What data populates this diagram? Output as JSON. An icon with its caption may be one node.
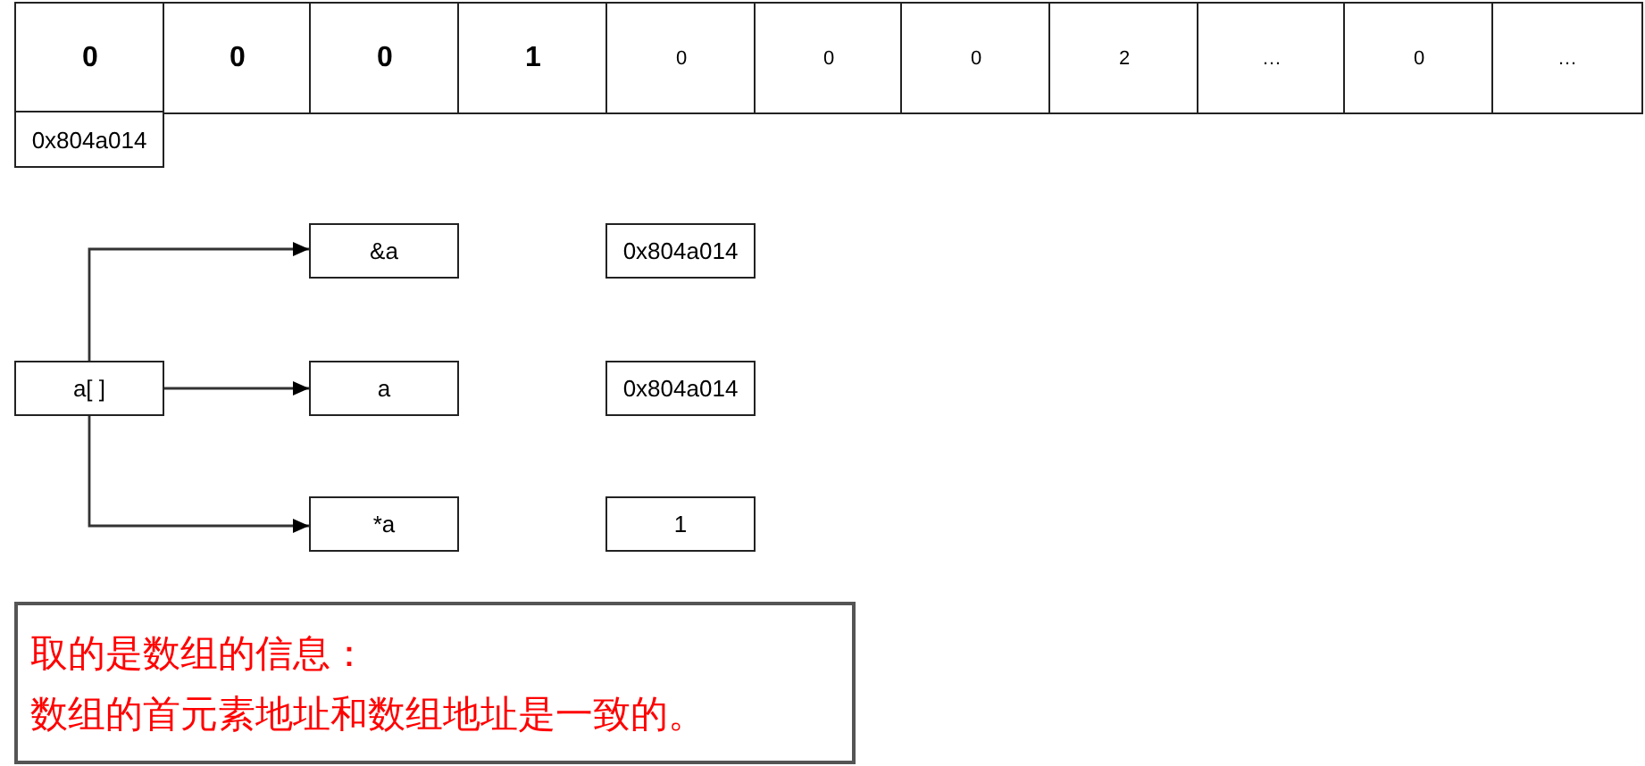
{
  "diagram": {
    "nodes": [
      {
        "text": [
          "0"
        ]
      },
      {
        "text": [
          "0"
        ]
      },
      {
        "text": [
          "0"
        ]
      },
      {
        "text": [
          "1"
        ]
      },
      {
        "text": [
          "0"
        ]
      },
      {
        "text": [
          "0"
        ]
      },
      {
        "text": [
          "0"
        ]
      },
      {
        "text": [
          "2"
        ]
      },
      {
        "text": [
          "…"
        ]
      },
      {
        "text": [
          "0"
        ]
      },
      {
        "text": [
          "…"
        ]
      },
      {
        "text": [
          "0x804a014"
        ]
      },
      {
        "text": [
          "&a"
        ]
      },
      {
        "text": [
          "0x804a014"
        ]
      },
      {
        "text": [
          "a[ ]"
        ]
      },
      {
        "text": [
          "a"
        ]
      },
      {
        "text": [
          "0x804a014"
        ]
      },
      {
        "text": [
          "*a"
        ]
      },
      {
        "text": [
          "1"
        ]
      },
      {
        "text": [
          "取的是数组的信息：",
          "数组的首元素地址和数组地址是一致的。"
        ]
      }
    ],
    "edges": [
      {
        "from": 14,
        "to": 12,
        "arrow": "to"
      },
      {
        "from": 14,
        "to": 15,
        "arrow": "to"
      },
      {
        "from": 14,
        "to": 17,
        "arrow": "to"
      }
    ]
  }
}
